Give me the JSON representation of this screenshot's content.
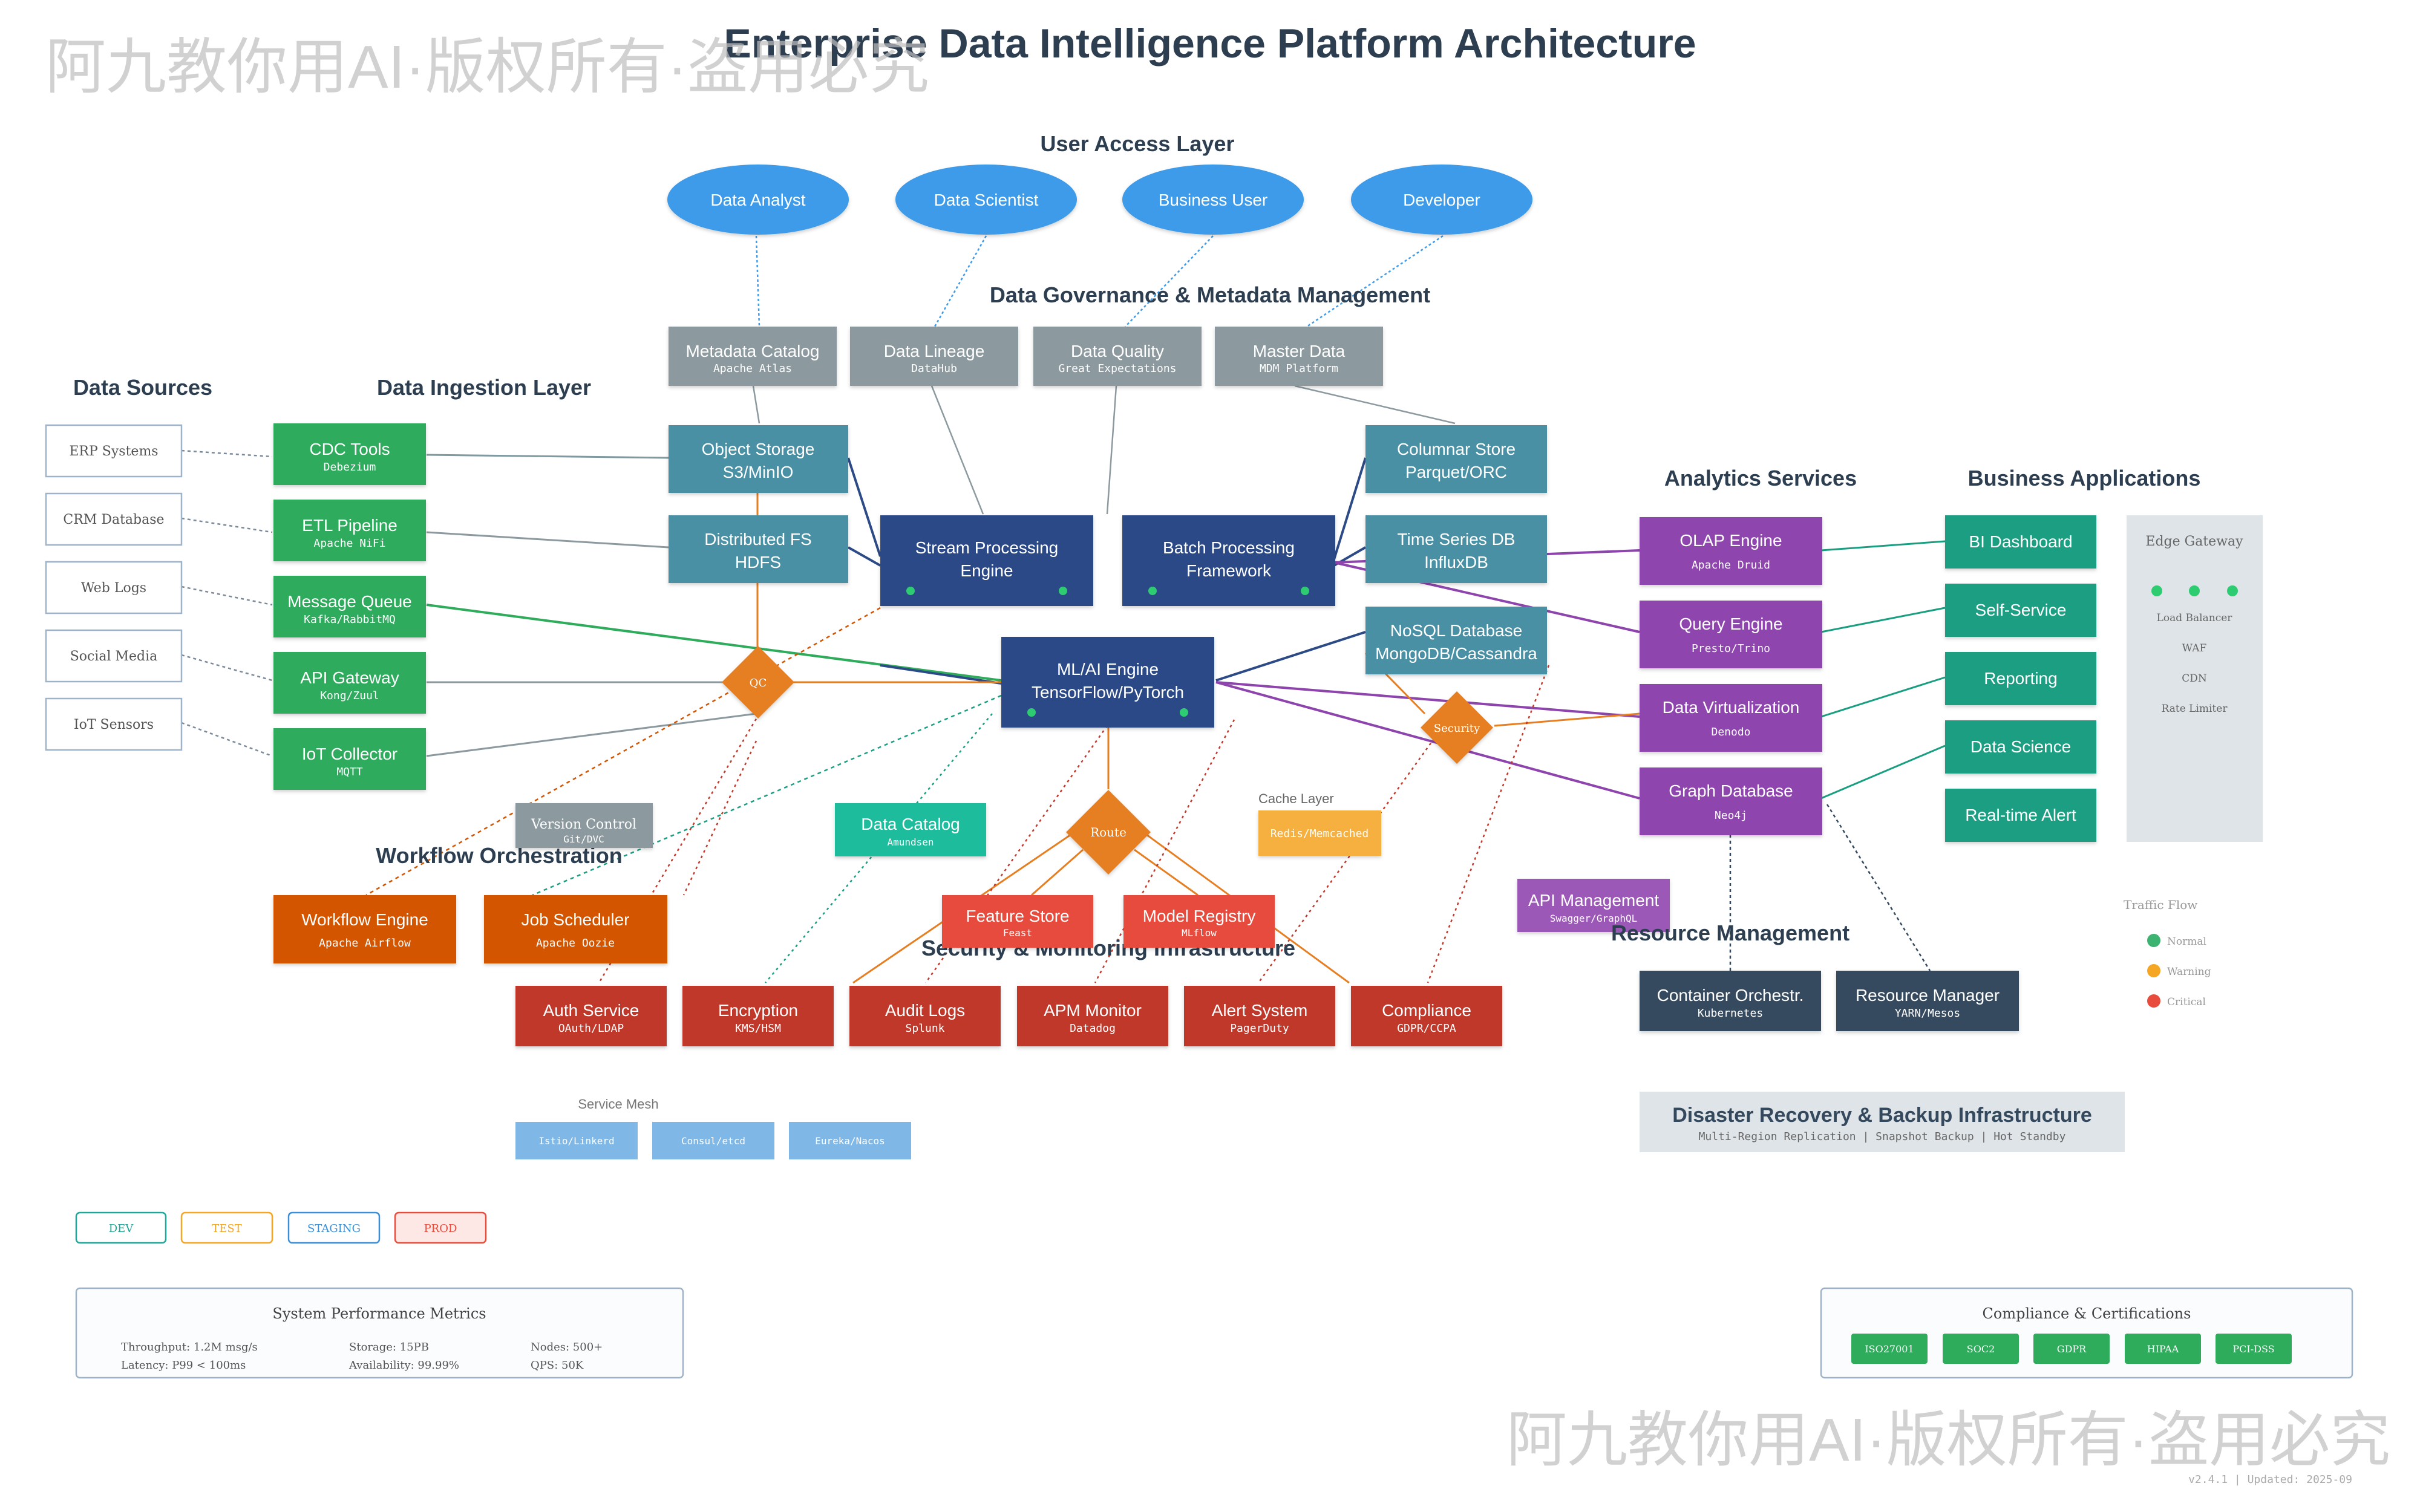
{
  "title": "Enterprise Data Intelligence Platform Architecture",
  "watermark": "阿九教你用AI·版权所有·盗用必究",
  "version": "v2.4.1 | Updated: 2025-09",
  "sections": {
    "user_access": "User Access Layer",
    "governance": "Data Governance & Metadata Management",
    "data_sources": "Data Sources",
    "ingestion": "Data Ingestion Layer",
    "analytics": "Analytics Services",
    "business": "Business Applications",
    "workflow": "Workflow Orchestration",
    "security": "Security & Monitoring Infrastructure",
    "resource": "Resource Management"
  },
  "users": [
    "Data Analyst",
    "Data Scientist",
    "Business User",
    "Developer"
  ],
  "governance": [
    {
      "name": "Metadata Catalog",
      "sub": "Apache Atlas"
    },
    {
      "name": "Data Lineage",
      "sub": "DataHub"
    },
    {
      "name": "Data Quality",
      "sub": "Great Expectations"
    },
    {
      "name": "Master Data",
      "sub": "MDM Platform"
    }
  ],
  "sources": [
    "ERP Systems",
    "CRM Database",
    "Web Logs",
    "Social Media",
    "IoT Sensors"
  ],
  "ingestion": [
    {
      "name": "CDC Tools",
      "sub": "Debezium"
    },
    {
      "name": "ETL Pipeline",
      "sub": "Apache NiFi"
    },
    {
      "name": "Message Queue",
      "sub": "Kafka/RabbitMQ"
    },
    {
      "name": "API Gateway",
      "sub": "Kong/Zuul"
    },
    {
      "name": "IoT Collector",
      "sub": "MQTT"
    }
  ],
  "storage_left": [
    {
      "l1": "Object Storage",
      "l2": "S3/MinIO"
    },
    {
      "l1": "Distributed FS",
      "l2": "HDFS"
    }
  ],
  "storage_right": [
    {
      "l1": "Columnar Store",
      "l2": "Parquet/ORC"
    },
    {
      "l1": "Time Series DB",
      "l2": "InfluxDB"
    },
    {
      "l1": "NoSQL Database",
      "l2": "MongoDB/Cassandra"
    }
  ],
  "processing": [
    {
      "l1": "Stream Processing",
      "l2": "Engine"
    },
    {
      "l1": "Batch Processing",
      "l2": "Framework"
    },
    {
      "l1": "ML/AI Engine",
      "l2": "TensorFlow/PyTorch"
    }
  ],
  "diamonds": {
    "qc": "QC",
    "security": "Security",
    "route": "Route"
  },
  "analytics": [
    {
      "name": "OLAP Engine",
      "sub": "Apache Druid"
    },
    {
      "name": "Query Engine",
      "sub": "Presto/Trino"
    },
    {
      "name": "Data Virtualization",
      "sub": "Denodo"
    },
    {
      "name": "Graph Database",
      "sub": "Neo4j"
    }
  ],
  "business": [
    "BI Dashboard",
    "Self-Service",
    "Reporting",
    "Data Science",
    "Real-time Alert"
  ],
  "edge": {
    "title": "Edge Gateway",
    "items": [
      "Load Balancer",
      "WAF",
      "CDN",
      "Rate Limiter"
    ]
  },
  "traffic": {
    "title": "Traffic Flow",
    "items": [
      "Normal",
      "Warning",
      "Critical"
    ],
    "colors": [
      "#3cb371",
      "#f5a623",
      "#e74c3c"
    ]
  },
  "version_control": {
    "name": "Version Control",
    "sub": "Git/DVC"
  },
  "data_catalog": {
    "name": "Data Catalog",
    "sub": "Amundsen"
  },
  "cache": {
    "label": "Cache Layer",
    "name": "Redis/Memcached"
  },
  "api_mgmt": {
    "name": "API Management",
    "sub": "Swagger/GraphQL"
  },
  "workflow": [
    {
      "name": "Workflow Engine",
      "sub": "Apache Airflow"
    },
    {
      "name": "Job Scheduler",
      "sub": "Apache Oozie"
    }
  ],
  "ml_ops": [
    {
      "name": "Feature Store",
      "sub": "Feast"
    },
    {
      "name": "Model Registry",
      "sub": "MLflow"
    }
  ],
  "security": [
    {
      "name": "Auth Service",
      "sub": "OAuth/LDAP"
    },
    {
      "name": "Encryption",
      "sub": "KMS/HSM"
    },
    {
      "name": "Audit Logs",
      "sub": "Splunk"
    },
    {
      "name": "APM Monitor",
      "sub": "Datadog"
    },
    {
      "name": "Alert System",
      "sub": "PagerDuty"
    },
    {
      "name": "Compliance",
      "sub": "GDPR/CCPA"
    }
  ],
  "resource": [
    {
      "name": "Container Orchestr.",
      "sub": "Kubernetes"
    },
    {
      "name": "Resource Manager",
      "sub": "YARN/Mesos"
    }
  ],
  "service_mesh": {
    "label": "Service Mesh",
    "items": [
      "Istio/Linkerd",
      "Consul/etcd",
      "Eureka/Nacos"
    ]
  },
  "dr": {
    "title": "Disaster Recovery & Backup Infrastructure",
    "sub": "Multi-Region Replication | Snapshot Backup | Hot Standby"
  },
  "envs": [
    {
      "label": "DEV",
      "color": "#1fa89a"
    },
    {
      "label": "TEST",
      "color": "#f5a623"
    },
    {
      "label": "STAGING",
      "color": "#3a8fd6"
    },
    {
      "label": "PROD",
      "color": "#e74c3c"
    }
  ],
  "metrics": {
    "title": "System Performance Metrics",
    "rows": [
      [
        "Throughput: 1.2M msg/s",
        "Storage: 15PB",
        "Nodes: 500+"
      ],
      [
        "Latency: P99 < 100ms",
        "Availability: 99.99%",
        "QPS: 50K"
      ]
    ]
  },
  "compliance": {
    "title": "Compliance & Certifications",
    "items": [
      "ISO27001",
      "SOC2",
      "GDPR",
      "HIPAA",
      "PCI-DSS"
    ]
  },
  "colors": {
    "user": "#3d9be9",
    "gov": "#8c9aa0",
    "src_border": "#9fb3c8",
    "ingest": "#2eab5b",
    "storage": "#4a90a4",
    "proc": "#2c4a86",
    "diamond": "#e67e22",
    "analytics": "#8e44ad",
    "business": "#1a9e82",
    "workflow": "#d35400",
    "mlops": "#e74c3c",
    "security": "#c0392b",
    "resource": "#34495e",
    "mesh": "#7fb7e6",
    "catalog": "#1abc9c",
    "cache": "#f5b041"
  }
}
